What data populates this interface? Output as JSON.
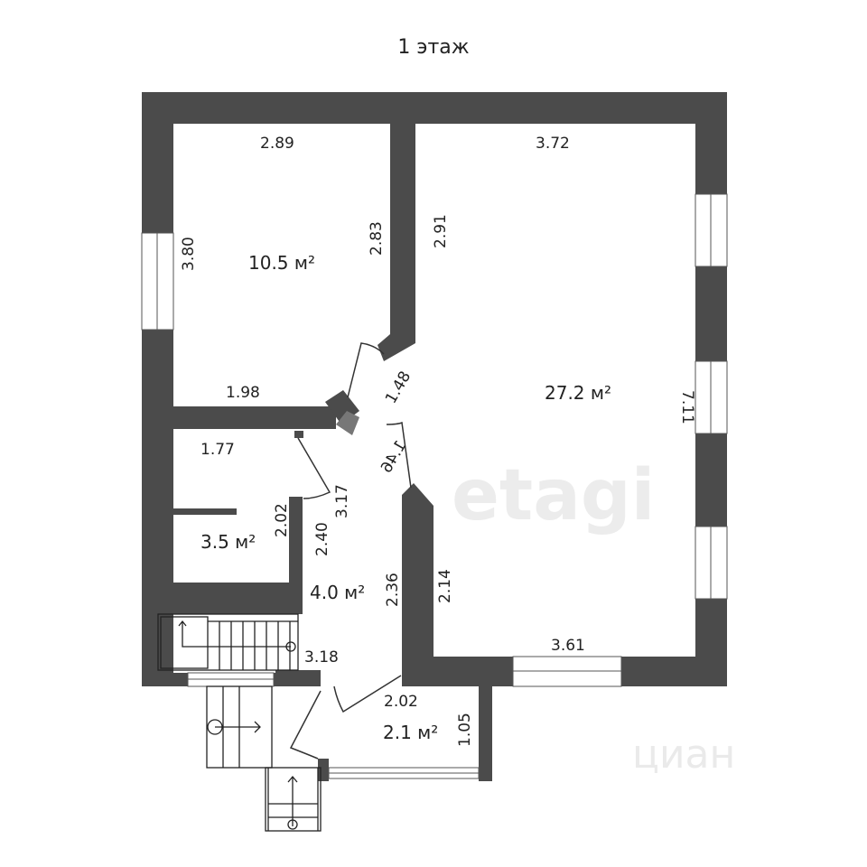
{
  "title": "1 этаж",
  "rooms": [
    {
      "area": "10.5 м²",
      "dims": [
        "2.89",
        "3.80",
        "2.83",
        "1.98"
      ]
    },
    {
      "area": "27.2 м²",
      "dims": [
        "3.72",
        "2.91",
        "7.11",
        "3.61",
        "2.14"
      ]
    },
    {
      "area": "3.5 м²",
      "dims": [
        "1.77",
        "2.02"
      ]
    },
    {
      "area": "4.0 м²",
      "dims": [
        "3.17",
        "2.40",
        "2.36",
        "3.18"
      ]
    },
    {
      "area": "2.1 м²",
      "dims": [
        "2.02",
        "1.05"
      ]
    }
  ],
  "doors": [
    "1.48",
    "1.46"
  ],
  "watermarks": [
    "etagi",
    "циан"
  ],
  "colors": {
    "wall": "#4b4b4b",
    "background": "#ffffff"
  }
}
